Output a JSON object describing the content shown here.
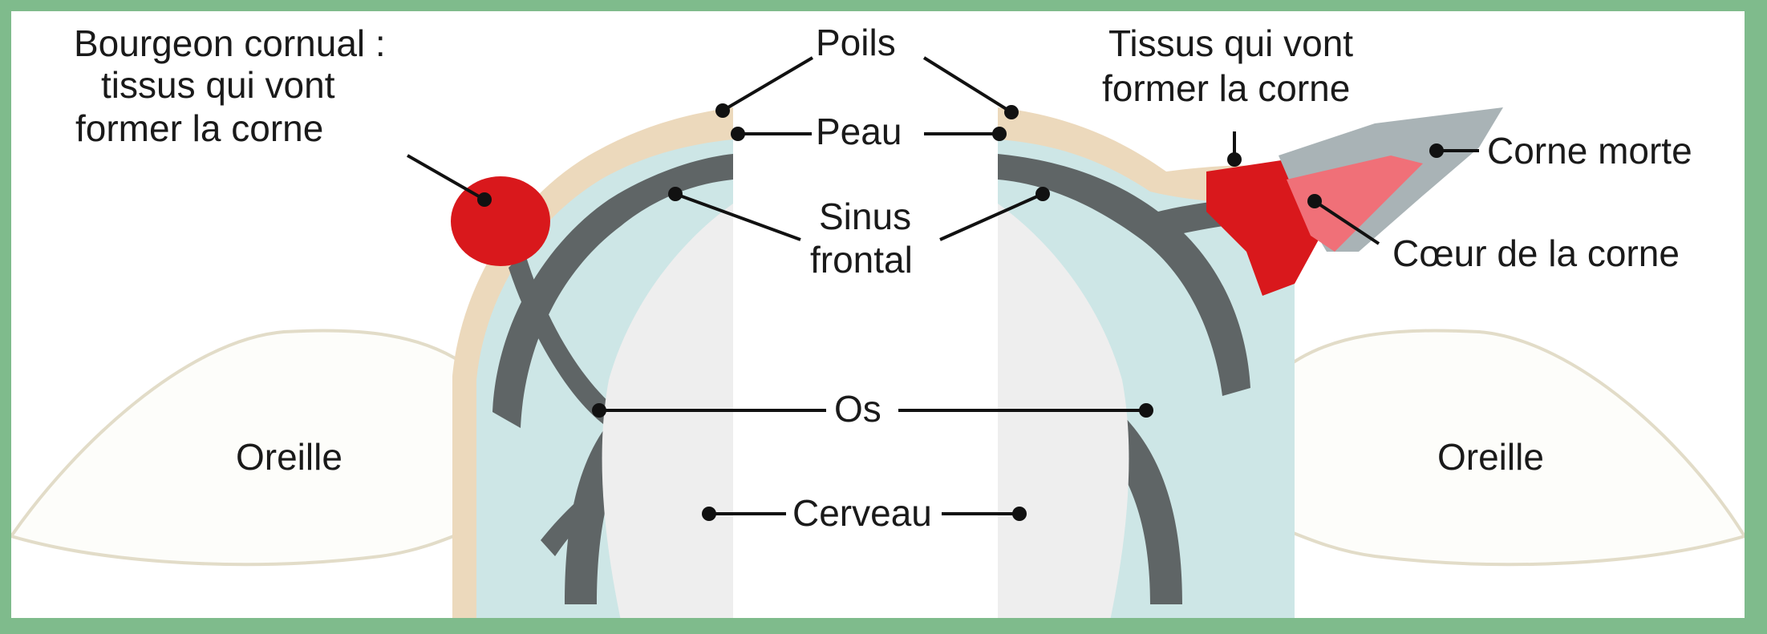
{
  "labels": {
    "bourgeon": [
      "Bourgeon cornual :",
      "tissus qui vont",
      "former la corne"
    ],
    "poils": "Poils",
    "peau": "Peau",
    "sinus": [
      "Sinus",
      "frontal"
    ],
    "os": "Os",
    "cerveau": "Cerveau",
    "oreille_gauche": "Oreille",
    "oreille_droite": "Oreille",
    "tissus_corne": [
      "Tissus qui vont",
      "former la corne"
    ],
    "corne_morte": "Corne morte",
    "coeur_corne": "Cœur de la corne"
  },
  "colors": {
    "background_border": "#7fbb8c",
    "bone": "#5f6566",
    "sinus": "#cde6e6",
    "skin": "#ecd9bc",
    "horn_bud": "#d9181c",
    "dead_horn": "#a9b3b6",
    "horn_core": "#f07078",
    "brain": "#eeeeee"
  }
}
